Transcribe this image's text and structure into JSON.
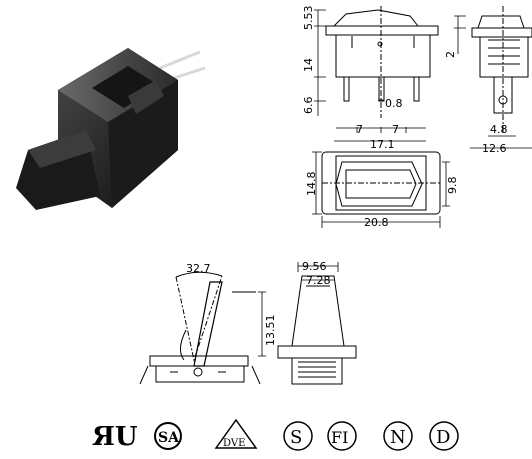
{
  "photo": {
    "subject": "rocker-switch-photo"
  },
  "front_view": {
    "dims": {
      "top_height": "5.53",
      "body_height": "14",
      "terminal_length": "6.6",
      "terminal_gap": "0.8",
      "pitch_left": "7",
      "pitch_right": "7",
      "base_width": "17.1"
    }
  },
  "side_view": {
    "dims": {
      "top_offset": "2",
      "terminal_width": "4.8",
      "overall_width": "12.6"
    }
  },
  "top_view": {
    "dims": {
      "height": "14.8",
      "inner_height": "9.8",
      "width": "20.8"
    }
  },
  "toggle_front_view": {
    "dims": {
      "angle": "32.7",
      "height": "13.51"
    }
  },
  "toggle_side_view": {
    "dims": {
      "top_outer": "9.56",
      "top_inner": "7.28"
    }
  },
  "certifications": [
    {
      "name": "UR",
      "label": "ЯU"
    },
    {
      "name": "CSA",
      "label": "SA"
    },
    {
      "name": "VDE",
      "label": "DVE"
    },
    {
      "name": "SEMKO",
      "label": "S"
    },
    {
      "name": "FIMKO",
      "label": "FI"
    },
    {
      "name": "NEMKO",
      "label": "N"
    },
    {
      "name": "DEMKO",
      "label": "D"
    }
  ]
}
